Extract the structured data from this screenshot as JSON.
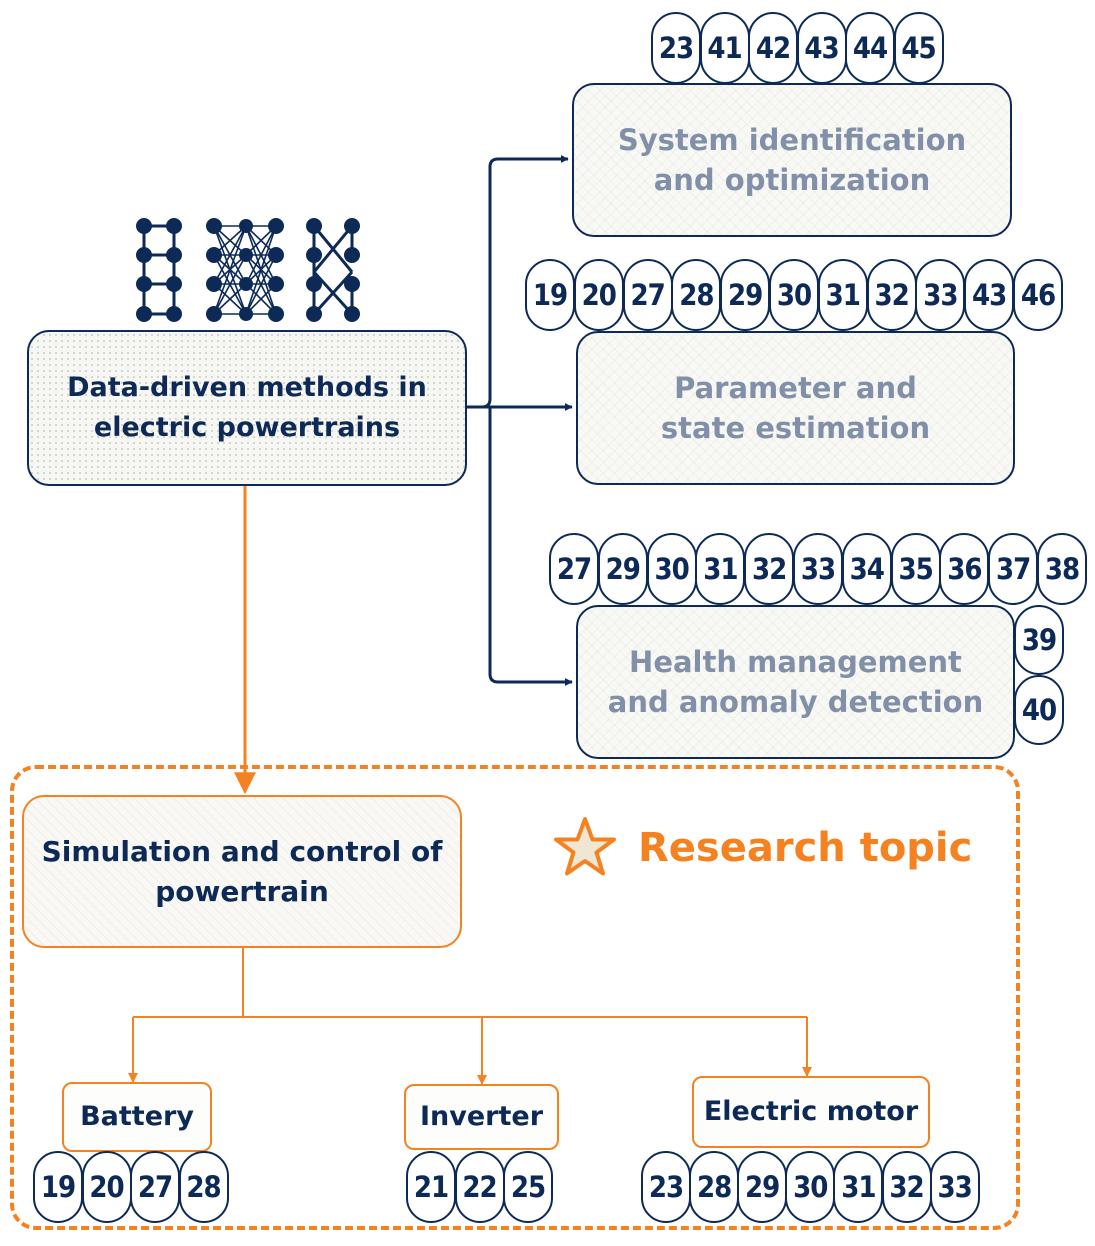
{
  "root": {
    "label": "Data-driven methods in electric powertrains"
  },
  "applications": [
    {
      "id": "sysid",
      "label": "System identification and optimization",
      "refs": [
        "23",
        "41",
        "42",
        "43",
        "44",
        "45"
      ]
    },
    {
      "id": "param",
      "label": "Parameter and state estimation",
      "refs": [
        "19",
        "20",
        "27",
        "28",
        "29",
        "30",
        "31",
        "32",
        "33",
        "43",
        "46"
      ]
    },
    {
      "id": "health",
      "label": "Health management and anomaly detection",
      "refs": [
        "27",
        "29",
        "30",
        "31",
        "32",
        "33",
        "34",
        "35",
        "36",
        "37",
        "38"
      ],
      "side_refs": [
        "39",
        "40"
      ]
    }
  ],
  "research": {
    "label": "Research topic",
    "icon": "star-icon",
    "simulation": {
      "label": "Simulation and control of powertrain"
    },
    "components": [
      {
        "id": "battery",
        "label": "Battery",
        "refs": [
          "19",
          "20",
          "27",
          "28"
        ]
      },
      {
        "id": "inverter",
        "label": "Inverter",
        "refs": [
          "21",
          "22",
          "25"
        ]
      },
      {
        "id": "motor",
        "label": "Electric motor",
        "refs": [
          "23",
          "28",
          "29",
          "30",
          "31",
          "32",
          "33"
        ]
      }
    ]
  },
  "colors": {
    "navy": "#0d2a57",
    "orange": "#f58220",
    "muted_text": "#8190a8"
  },
  "icons": [
    "neural-net-ladder-icon",
    "neural-net-dense-icon",
    "neural-net-sparse-icon",
    "star-icon"
  ]
}
